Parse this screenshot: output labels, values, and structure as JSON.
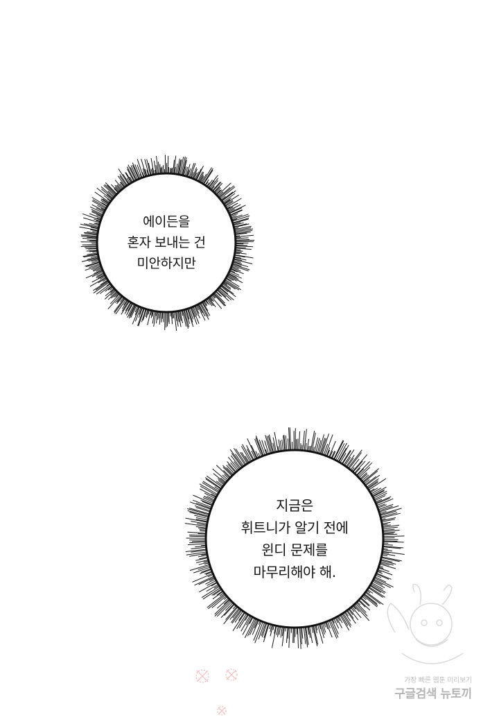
{
  "bubble_top": {
    "lines": [
      "에이든을",
      "혼자 보내는 건",
      "미안하지만"
    ]
  },
  "bubble_bottom": {
    "lines": [
      "지금은",
      "휘트니가 알기 전에",
      "윈디 문제를",
      "마무리해야 해."
    ]
  },
  "watermark": {
    "line1": "가장 빠른 웹툰 미리보기",
    "line2": "구글검색 뉴토끼"
  },
  "colors": {
    "background": "#ffffff",
    "bubble_fill": "#ffffff",
    "bubble_spikes": "#111111",
    "text": "#111111",
    "sparkle": "#f2b8b8"
  }
}
